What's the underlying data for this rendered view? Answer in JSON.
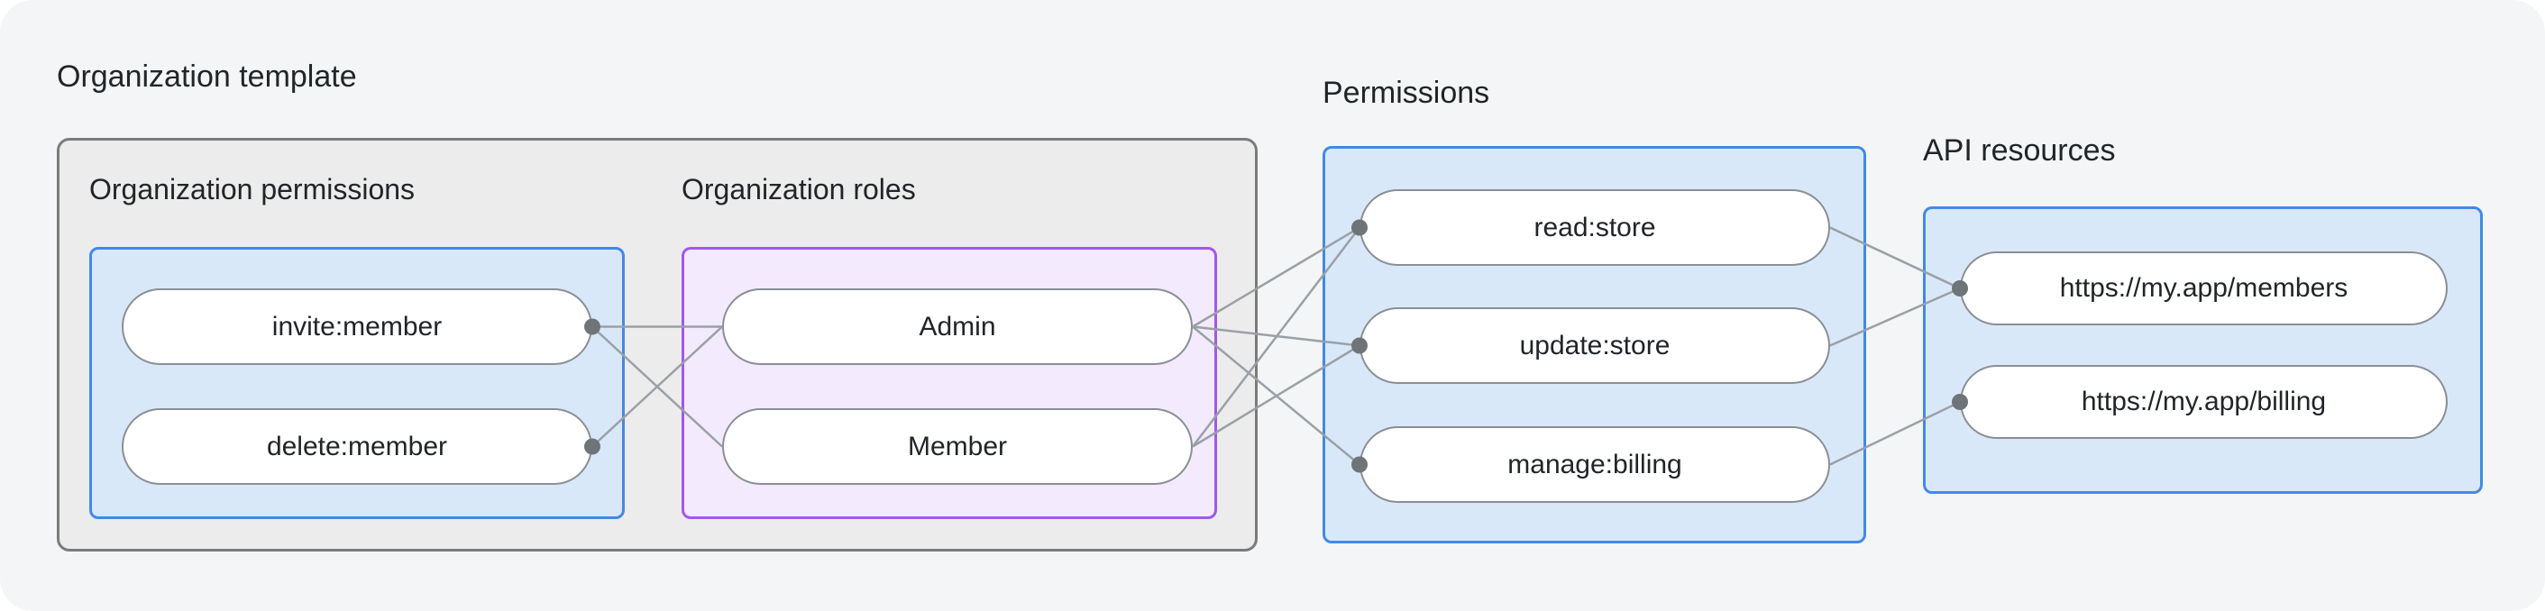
{
  "canvas": {
    "background_color": "#f4f5f6"
  },
  "colors": {
    "edge_line": "#9aa0a6",
    "dot": "#6f7478",
    "blue_fill": "#d9e8f9",
    "blue_border": "#4189ea",
    "purple_fill": "#f3eafd",
    "purple_border": "#a158ef",
    "gray_fill": "#ececec",
    "gray_border": "#7b7b7b",
    "pill_border": "#8a8f94",
    "text": "#212529"
  },
  "org_template": {
    "title": "Organization template",
    "permissions_group": {
      "title": "Organization permissions",
      "items": [
        {
          "id": "invite-member",
          "label": "invite:member"
        },
        {
          "id": "delete-member",
          "label": "delete:member"
        }
      ]
    },
    "roles_group": {
      "title": "Organization roles",
      "items": [
        {
          "id": "role-admin",
          "label": "Admin"
        },
        {
          "id": "role-member",
          "label": "Member"
        }
      ]
    }
  },
  "permissions_panel": {
    "title": "Permissions",
    "items": [
      {
        "id": "perm-read-store",
        "label": "read:store"
      },
      {
        "id": "perm-update-store",
        "label": "update:store"
      },
      {
        "id": "perm-manage-billing",
        "label": "manage:billing"
      }
    ]
  },
  "api_resources_panel": {
    "title": "API resources",
    "items": [
      {
        "id": "api-members",
        "label": "https://my.app/members"
      },
      {
        "id": "api-billing",
        "label": "https://my.app/billing"
      }
    ]
  },
  "edges": [
    {
      "from": "invite-member",
      "to": "role-admin"
    },
    {
      "from": "invite-member",
      "to": "role-member"
    },
    {
      "from": "delete-member",
      "to": "role-admin"
    },
    {
      "from": "role-admin",
      "to": "perm-read-store"
    },
    {
      "from": "role-admin",
      "to": "perm-update-store"
    },
    {
      "from": "role-admin",
      "to": "perm-manage-billing"
    },
    {
      "from": "role-member",
      "to": "perm-read-store"
    },
    {
      "from": "role-member",
      "to": "perm-update-store"
    },
    {
      "from": "perm-read-store",
      "to": "api-members"
    },
    {
      "from": "perm-update-store",
      "to": "api-members"
    },
    {
      "from": "perm-manage-billing",
      "to": "api-billing"
    }
  ],
  "dots": [
    {
      "node": "invite-member",
      "side": "right"
    },
    {
      "node": "delete-member",
      "side": "right"
    },
    {
      "node": "perm-read-store",
      "side": "left"
    },
    {
      "node": "perm-update-store",
      "side": "left"
    },
    {
      "node": "perm-manage-billing",
      "side": "left"
    },
    {
      "node": "api-members",
      "side": "left"
    },
    {
      "node": "api-billing",
      "side": "left"
    }
  ]
}
